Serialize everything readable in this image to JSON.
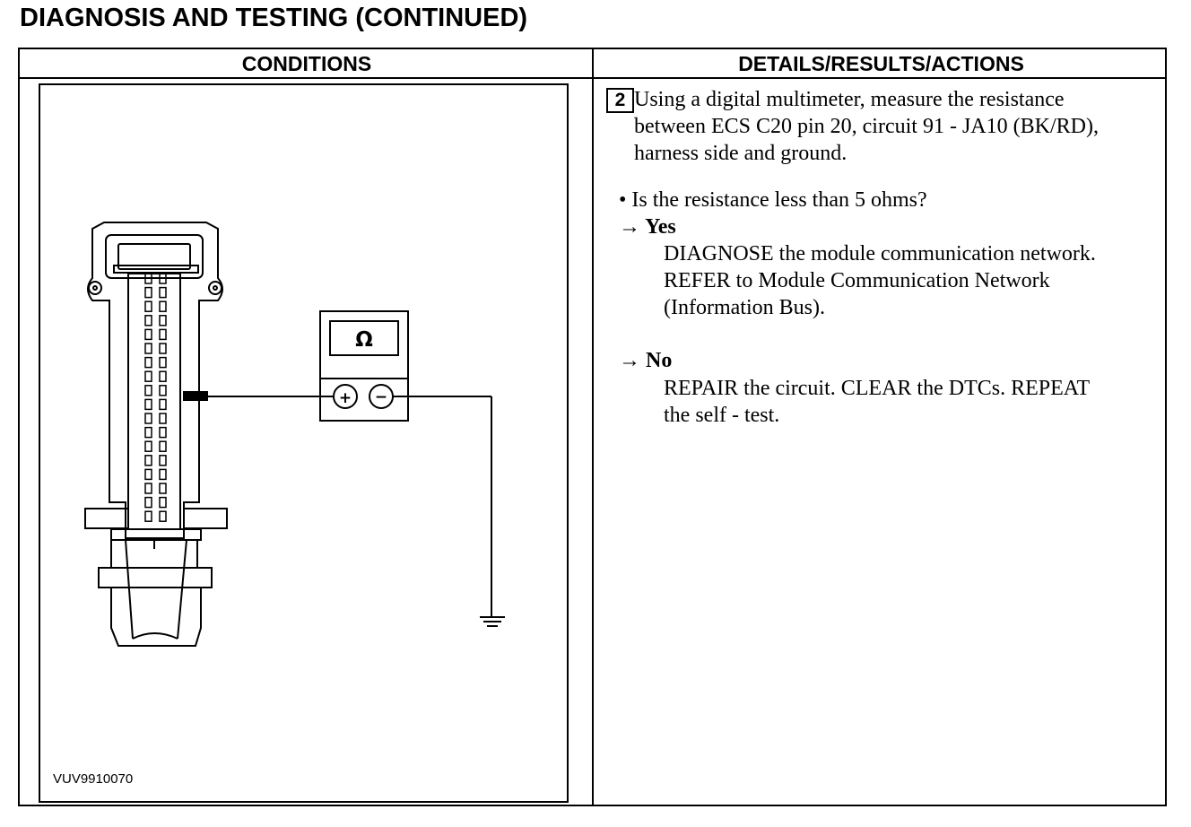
{
  "page": {
    "title": "DIAGNOSIS AND TESTING (CONTINUED)"
  },
  "table": {
    "col_conditions": "CONDITIONS",
    "col_details": "DETAILS/RESULTS/ACTIONS"
  },
  "figure": {
    "id": "VUV9910070",
    "meter_symbol": "Ω",
    "plus_symbol": "+",
    "minus_symbol": "−"
  },
  "step": {
    "number": "2",
    "text_lines": [
      "Using a digital multimeter, measure the resistance",
      "between ECS C20 pin 20, circuit 91 - JA10 (BK/RD),",
      "harness side and ground."
    ],
    "question": "• Is the resistance less than 5 ohms?",
    "yes": {
      "arrow": "→",
      "label": "Yes",
      "action_lines": [
        "DIAGNOSE the module communication network.",
        "REFER to Module Communication Network",
        "(Information Bus)."
      ]
    },
    "no": {
      "arrow": "→",
      "label": "No",
      "action_lines": [
        "REPAIR the circuit. CLEAR the DTCs. REPEAT",
        "the self - test."
      ]
    }
  }
}
